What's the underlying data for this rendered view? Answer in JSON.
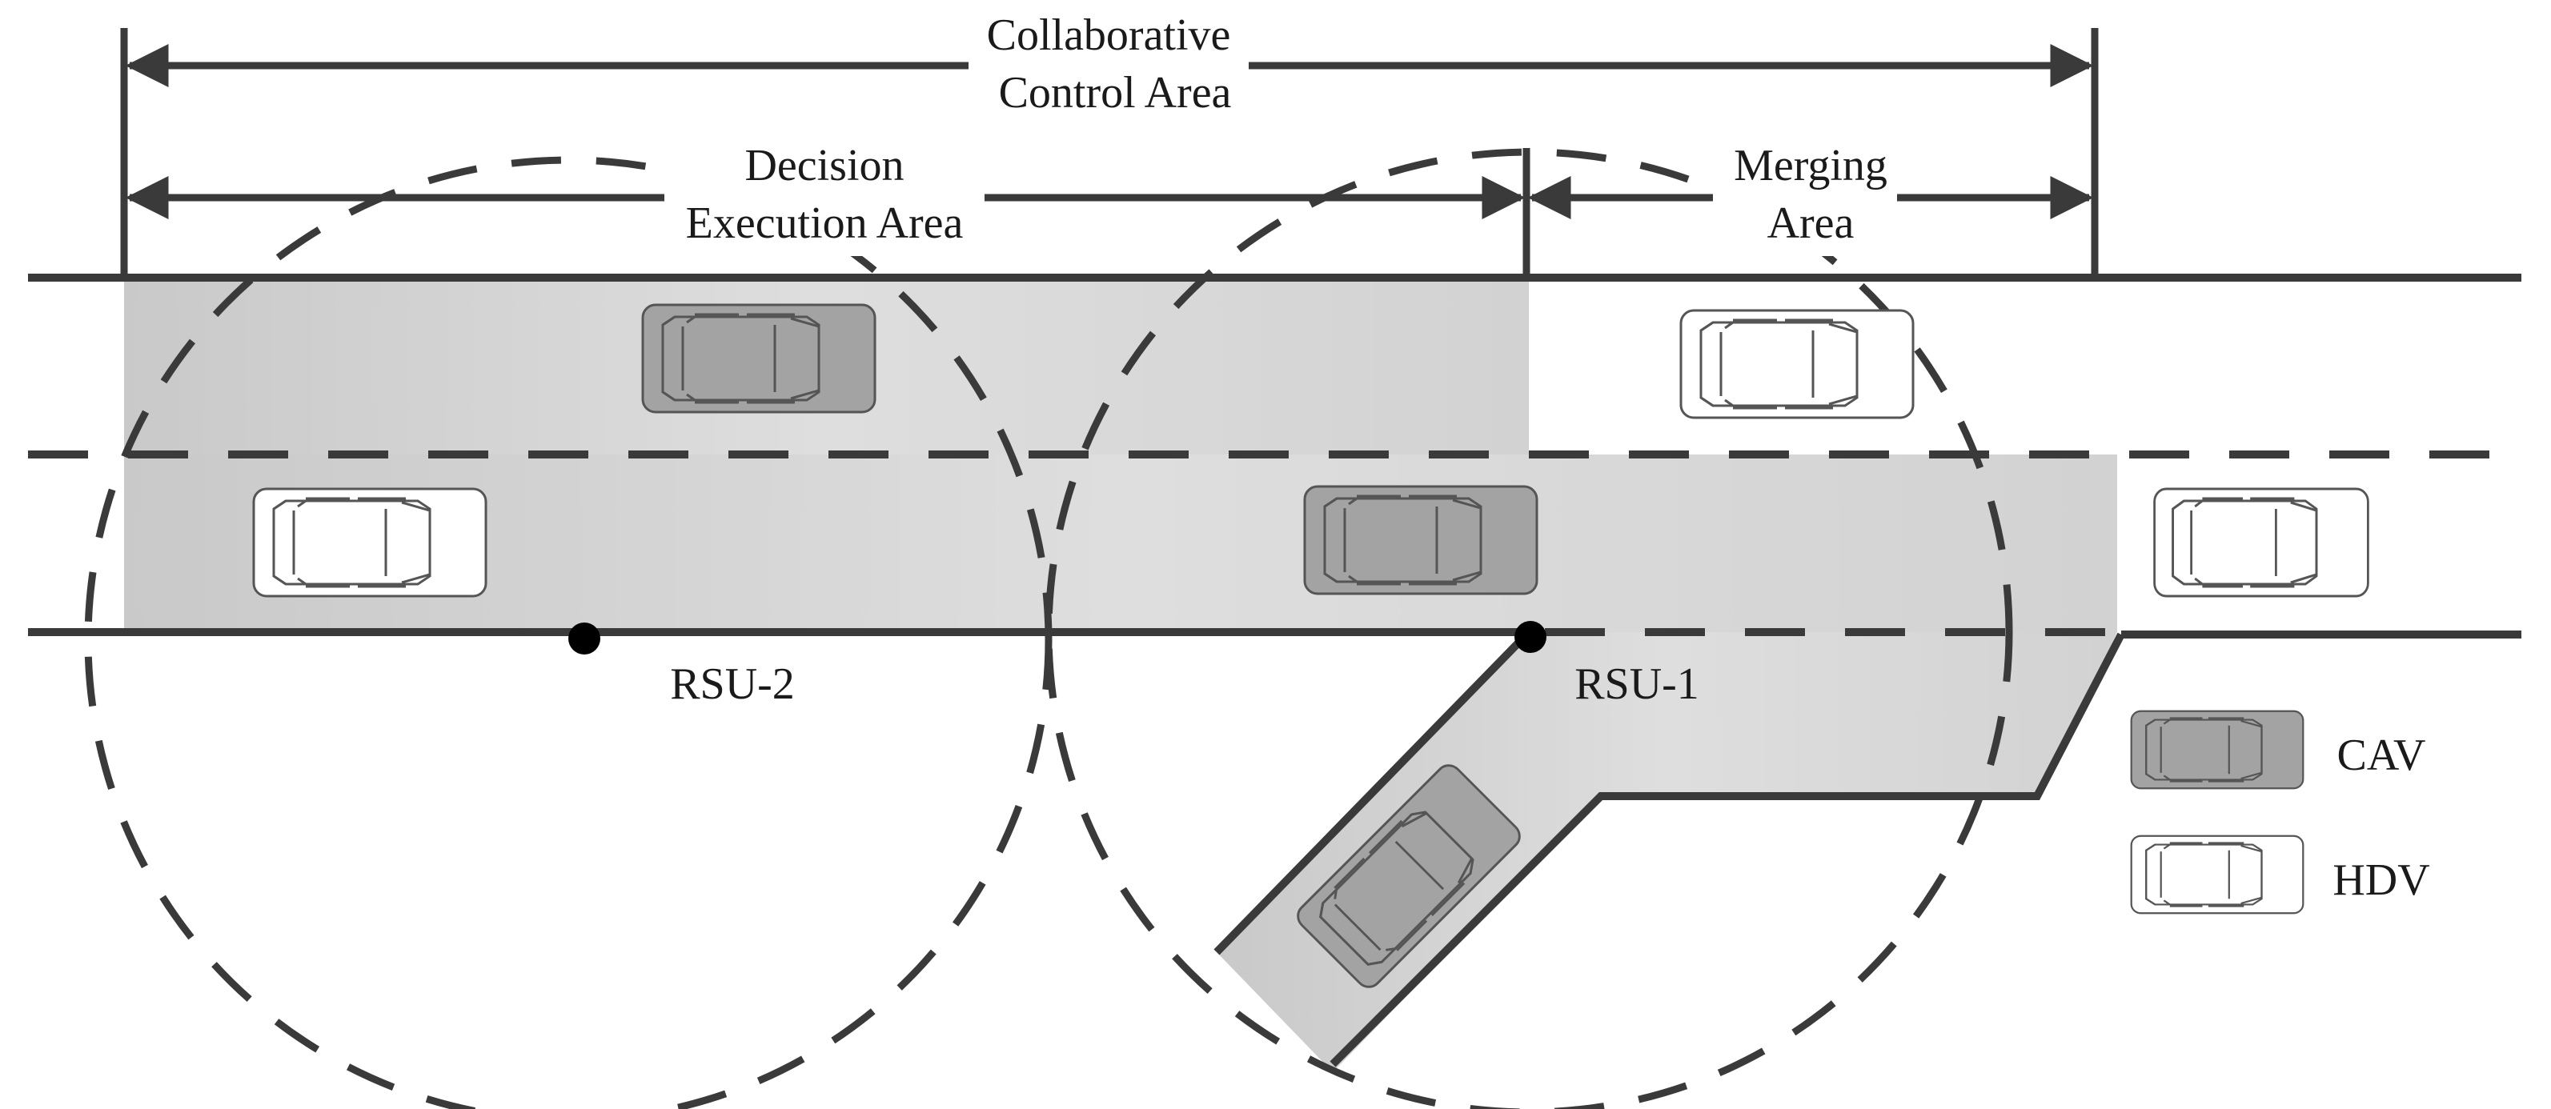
{
  "labels": {
    "collaborative_line1": "Collaborative",
    "collaborative_line2": "Control Area",
    "decision_line1": "Decision",
    "decision_line2": "Execution Area",
    "merging_line1": "Merging",
    "merging_line2": "Area",
    "rsu2": "RSU-2",
    "rsu1": "RSU-1"
  },
  "legend": {
    "cav": "CAV",
    "hdv": "HDV"
  },
  "colors": {
    "cav_fill": "#a3a3a3",
    "hdv_fill": "#ffffff",
    "shade": "#d6d6d6",
    "stroke": "#3a3a3a"
  }
}
